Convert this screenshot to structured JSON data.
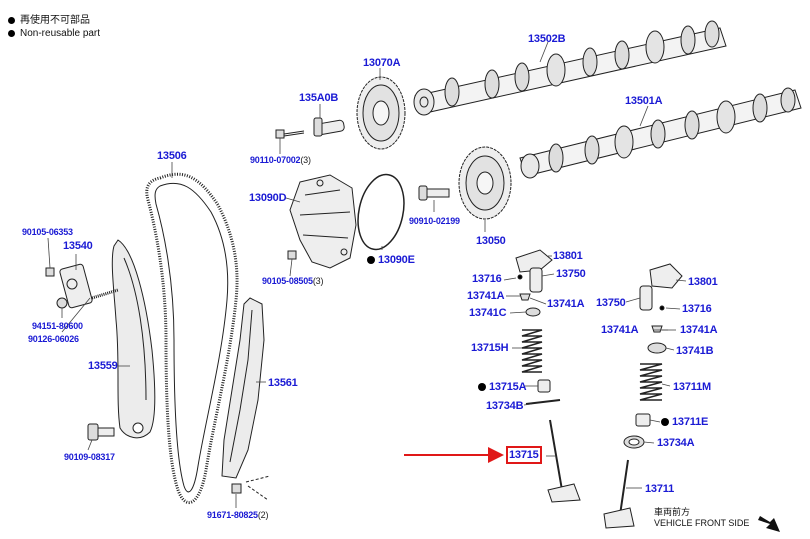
{
  "legend": {
    "bullet_jp": "再使用不可部品",
    "bullet_en": "Non-reusable part"
  },
  "vehicle_front": {
    "jp": "車両前方",
    "en": "VEHICLE FRONT SIDE"
  },
  "labels": {
    "p13502B": "13502B",
    "p13501A": "13501A",
    "p13070A": "13070A",
    "p135A0B": "135A0B",
    "p90110": "90110-07002",
    "p90110_qty": "(3)",
    "p13506": "13506",
    "p13090D": "13090D",
    "p90910": "90910-02199",
    "p13050": "13050",
    "p13090E": "13090E",
    "p90105a": "90105-06353",
    "p13540": "13540",
    "p90105b": "90105-08505",
    "p90105b_qty": "(3)",
    "p94151": "94151-80600",
    "p90126": "90126-06026",
    "p13559": "13559",
    "p13561": "13561",
    "p90109": "90109-08317",
    "p91671": "91671-80825",
    "p91671_qty": "(2)",
    "l13801": "13801",
    "l13716": "13716",
    "l13750": "13750",
    "l13741A_1": "13741A",
    "l13741A_2": "13741A",
    "l13741C": "13741C",
    "l13715H": "13715H",
    "l13715A": "13715A",
    "l13734B": "13734B",
    "l13715": "13715",
    "r13801": "13801",
    "r13750": "13750",
    "r13716": "13716",
    "r13741A_1": "13741A",
    "r13741A_2": "13741A",
    "r13741B": "13741B",
    "r13711M": "13711M",
    "r13711E": "13711E",
    "r13734A": "13734A",
    "r13711": "13711"
  },
  "colors": {
    "label": "#1a1ad4",
    "highlight": "#e01818",
    "line": "#222222"
  }
}
